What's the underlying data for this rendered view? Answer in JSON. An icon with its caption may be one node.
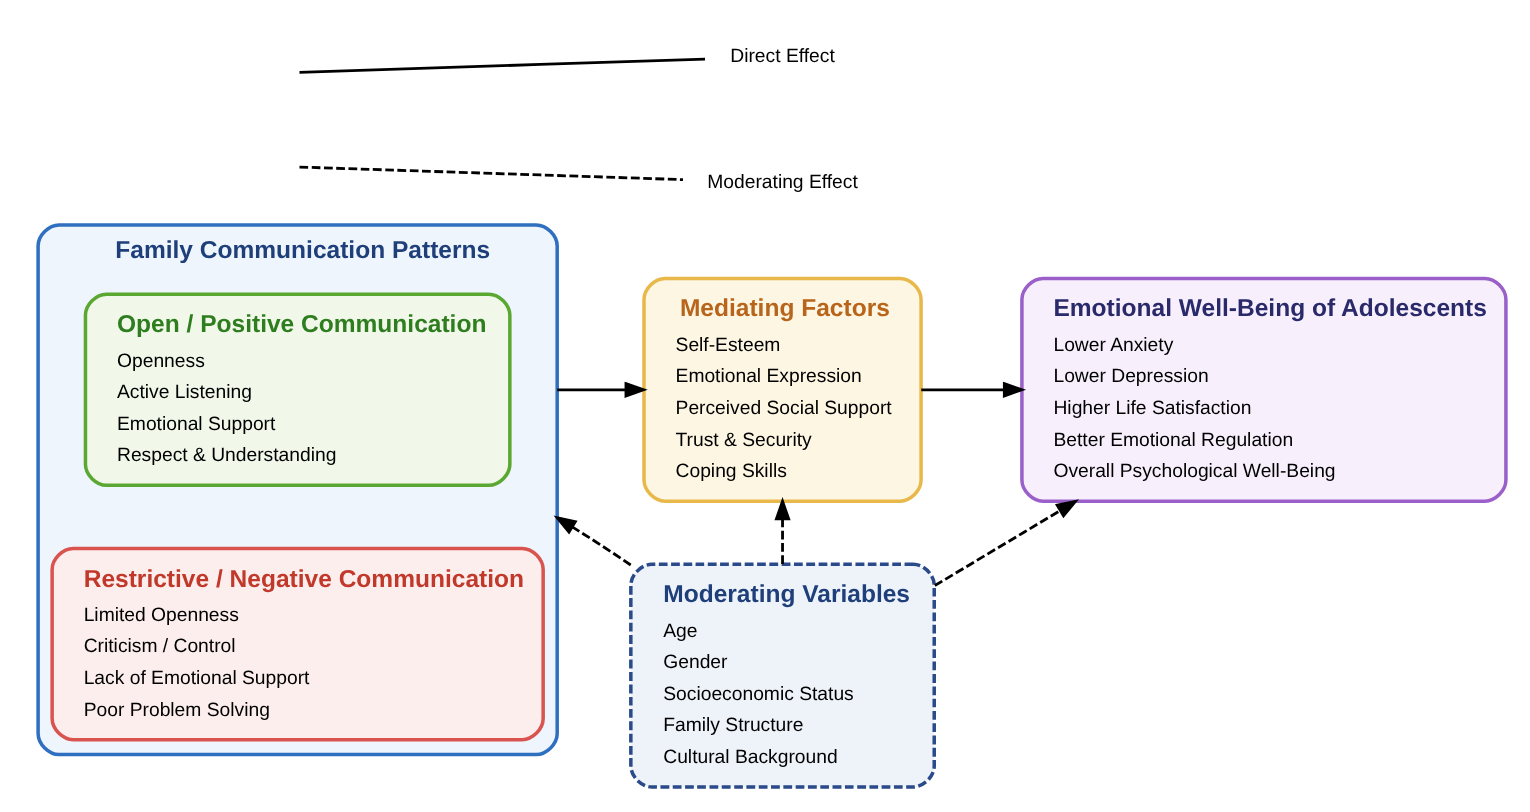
{
  "diagram": {
    "nodes": [
      {
        "text": [
          "Family Communication Patterns"
        ]
      },
      {
        "text": [
          "Open / Positive Communication",
          "Openness",
          "Active Listening",
          "Emotional Support",
          "Respect & Understanding"
        ],
        "in": 0
      },
      {
        "text": [
          "Restrictive / Negative Communication",
          "Limited Openness",
          "Criticism / Control",
          "Lack of Emotional Support",
          "Poor Problem Solving"
        ],
        "in": 0
      },
      {
        "text": [
          "Mediating Factors",
          "Self-Esteem",
          "Emotional Expression",
          "Perceived Social Support",
          "Trust & Security",
          "Coping Skills"
        ]
      },
      {
        "text": [
          "Emotional Well-Being of Adolescents",
          "Lower Anxiety",
          "Lower Depression",
          "Higher Life Satisfaction",
          "Better Emotional Regulation",
          "Overall Psychological Well-Being"
        ]
      },
      {
        "text": [
          "Moderating Variables",
          "Age",
          "Gender",
          "Socioeconomic Status",
          "Family Structure",
          "Cultural Background"
        ]
      }
    ],
    "edges": [
      {
        "from": 0,
        "to": 3,
        "arrow": "to"
      },
      {
        "from": 3,
        "to": 4,
        "arrow": "to"
      },
      {
        "from": 5,
        "to": 3,
        "arrow": "to",
        "style": "dashed"
      },
      {
        "from": 5,
        "to": 0,
        "arrow": "to",
        "style": "dashed"
      },
      {
        "from": 5,
        "to": 4,
        "arrow": "to",
        "style": "dashed"
      }
    ],
    "legend": [
      {
        "text": "Direct Effect"
      },
      {
        "text": "Moderating Effect"
      }
    ]
  }
}
